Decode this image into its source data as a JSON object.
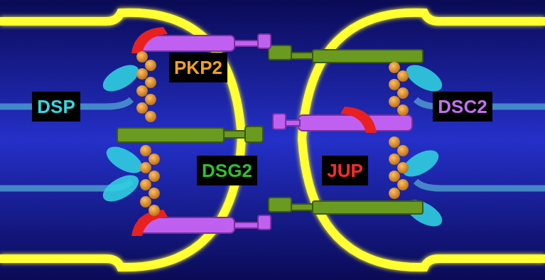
{
  "diagram": {
    "nodes": [
      {
        "text": [
          "PKP2"
        ]
      },
      {
        "text": [
          "DSP"
        ]
      },
      {
        "text": [
          "DSC2"
        ]
      },
      {
        "text": [
          "DSG2"
        ]
      },
      {
        "text": [
          "JUP"
        ]
      }
    ]
  }
}
